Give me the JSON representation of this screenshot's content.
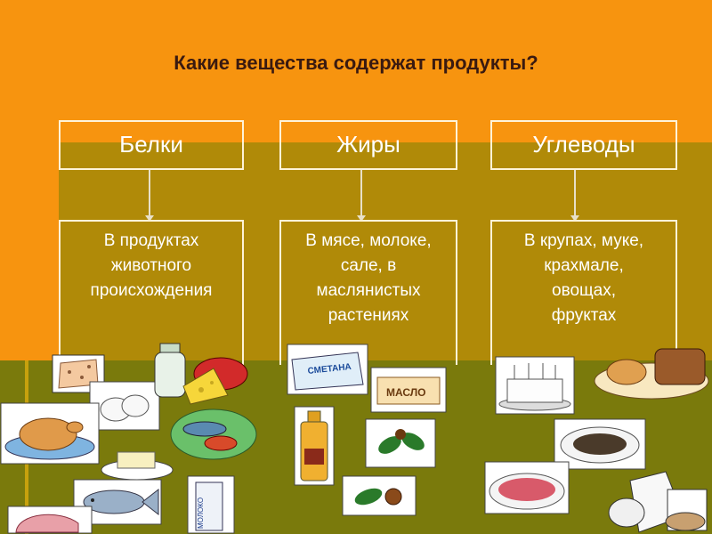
{
  "title": "Какие вещества содержат продукты?",
  "columns": [
    {
      "header": "Белки",
      "text": [
        "В продуктах",
        "животного",
        "происхождения"
      ]
    },
    {
      "header": "Жиры",
      "text": [
        "В мясе, молоке,",
        "сале, в",
        "маслянистых",
        "растениях"
      ]
    },
    {
      "header": "Углеводы",
      "text": [
        "В крупах, муке,",
        "крахмале,",
        "овощах,",
        "фруктах"
      ]
    }
  ],
  "food_labels": {
    "smetana": "СМЕТАНА",
    "maslo": "МАСЛО",
    "moloko": "МОЛОКО"
  },
  "colors": {
    "background": "#f7940f",
    "olive_band": "#b08a08",
    "green_band": "#7a7a0c",
    "title": "#3a1a10"
  }
}
